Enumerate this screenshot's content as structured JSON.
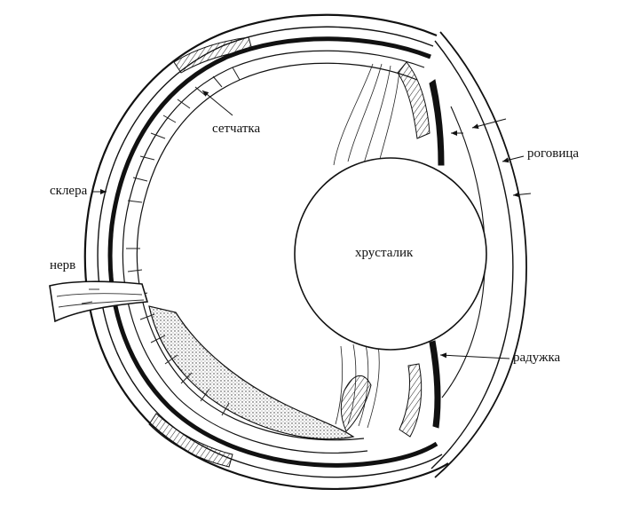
{
  "labels": {
    "retina": "сетчатка",
    "sclera": "склера",
    "nerve": "нерв",
    "lens": "хрусталик",
    "cornea": "роговица",
    "iris": "радужка"
  },
  "colors": {
    "ink": "#111111",
    "background": "#ffffff"
  }
}
